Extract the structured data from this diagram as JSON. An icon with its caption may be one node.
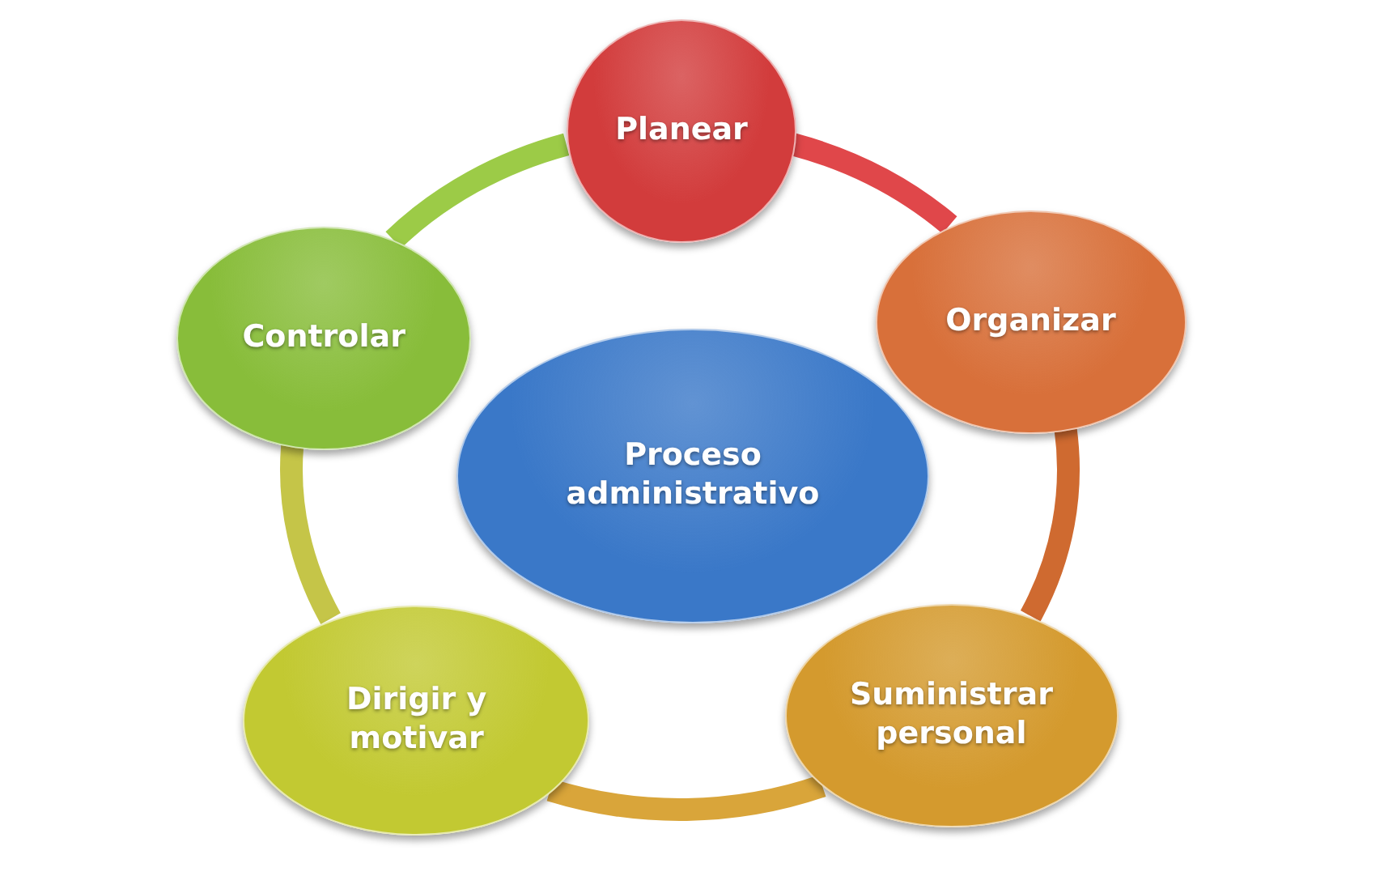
{
  "diagram": {
    "nodes": [
      {
        "text": [
          "Planear"
        ]
      },
      {
        "text": [
          "Organizar"
        ]
      },
      {
        "text": [
          "Suministrar personal"
        ]
      },
      {
        "text": [
          "Dirigir y motivar"
        ]
      },
      {
        "text": [
          "Controlar"
        ]
      },
      {
        "text": [
          "Proceso administrativo"
        ]
      }
    ],
    "edges": [
      {
        "from": 0,
        "to": 1,
        "arrow": "none",
        "color": "#e0474a"
      },
      {
        "from": 1,
        "to": 2,
        "arrow": "none",
        "color": "#cf6a30"
      },
      {
        "from": 2,
        "to": 3,
        "arrow": "none",
        "color": "#d9a53a"
      },
      {
        "from": 3,
        "to": 4,
        "arrow": "none",
        "color": "#c5c548"
      },
      {
        "from": 4,
        "to": 0,
        "arrow": "none",
        "color": "#9ccb47"
      }
    ]
  }
}
